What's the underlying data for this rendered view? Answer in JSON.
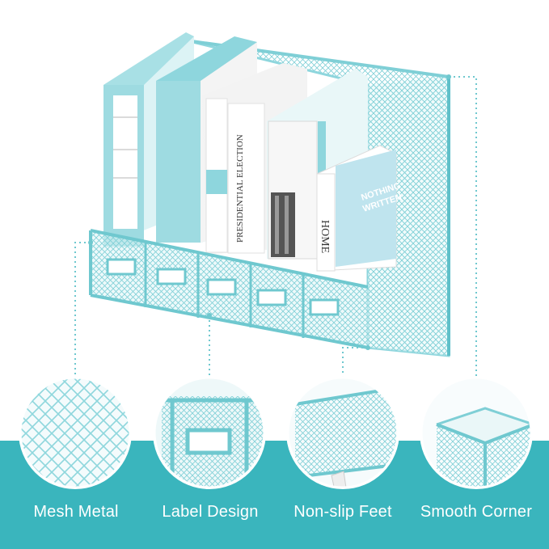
{
  "colors": {
    "accent": "#3ab5bd",
    "product": "#8ed6dd",
    "product_dark": "#5fc0c9",
    "background": "#ffffff",
    "label_text": "#ffffff"
  },
  "features": [
    {
      "label": "Mesh Metal",
      "icon": "mesh-metal-closeup"
    },
    {
      "label": "Label Design",
      "icon": "label-holder-closeup"
    },
    {
      "label": "Non-slip Feet",
      "icon": "non-slip-foot-closeup"
    },
    {
      "label": "Smooth Corner",
      "icon": "smooth-corner-closeup"
    }
  ],
  "book_texts": {
    "book_1": "PRESIDENTIAL ELECTION",
    "book_2": "HOME",
    "book_3": "NOTHING",
    "book_4": "WRITTEN"
  }
}
